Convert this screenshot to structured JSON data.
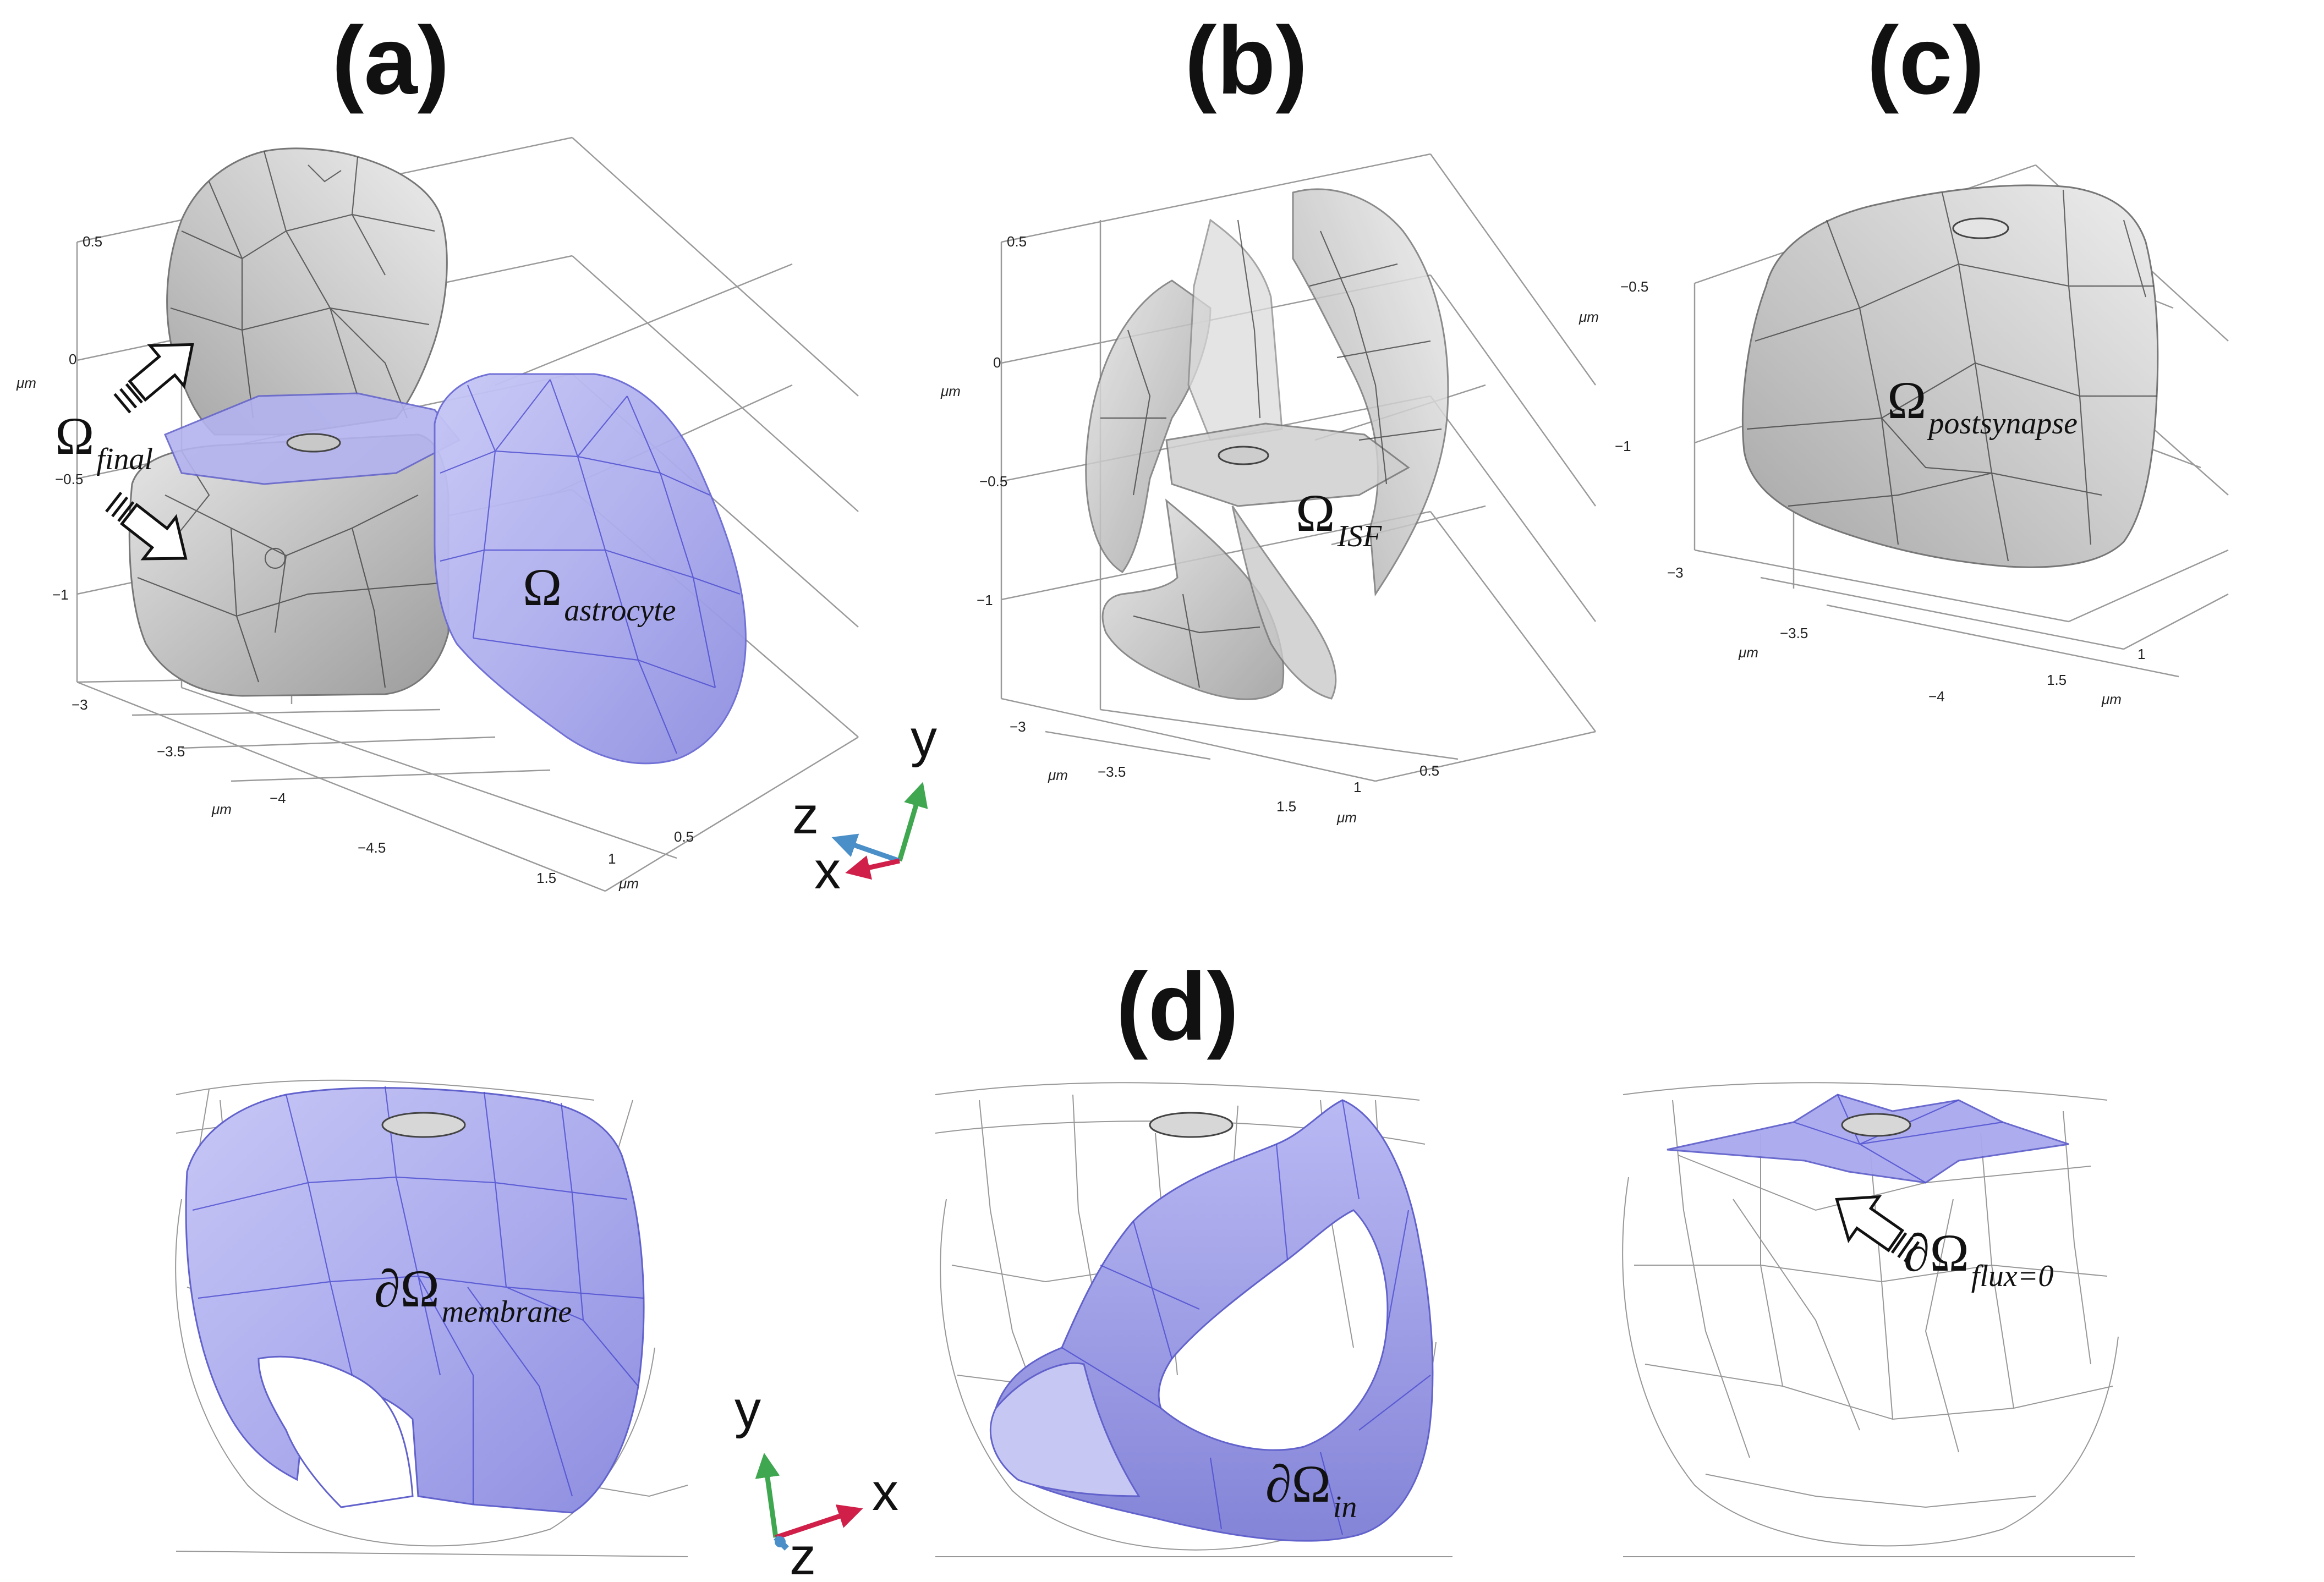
{
  "panels": {
    "a": {
      "label": "(a)",
      "ticks_y": [
        "0.5",
        "0",
        "−0.5",
        "−1"
      ],
      "ticks_z": [
        "−3",
        "−3.5",
        "−4",
        "−4.5"
      ],
      "ticks_x": [
        "1.5",
        "1",
        "0.5"
      ],
      "unit": "μm",
      "symbol": "Ω",
      "domain_final": "final",
      "domain_astrocyte": "astrocyte"
    },
    "b": {
      "label": "(b)",
      "ticks_y": [
        "0.5",
        "0",
        "−0.5",
        "−1"
      ],
      "ticks_z": [
        "−3",
        "−3.5"
      ],
      "ticks_x": [
        "1.5",
        "1",
        "0.5"
      ],
      "unit": "μm",
      "symbol": "Ω",
      "domain_isf": "ISF"
    },
    "c": {
      "label": "(c)",
      "ticks_y": [
        "−0.5",
        "−1"
      ],
      "ticks_z": [
        "−3",
        "−3.5",
        "−4"
      ],
      "ticks_x": [
        "1.5",
        "1"
      ],
      "unit": "μm",
      "symbol": "Ω",
      "domain_post": "postsynapse"
    },
    "d": {
      "label": "(d)",
      "boundary_symbol": "∂Ω",
      "membrane": "membrane",
      "inflow": "in",
      "noflux": "flux=0"
    }
  },
  "triads": {
    "top": {
      "y": "y",
      "z": "z",
      "x": "x"
    },
    "bottom": {
      "y": "y",
      "z": "z",
      "x": "x"
    }
  },
  "colors": {
    "grey_fill": "#c9c9c9",
    "blue_fill": "#a9a9ee",
    "axis_x": "#d0204a",
    "axis_y": "#3fa74f",
    "axis_z": "#4a8fc8"
  }
}
